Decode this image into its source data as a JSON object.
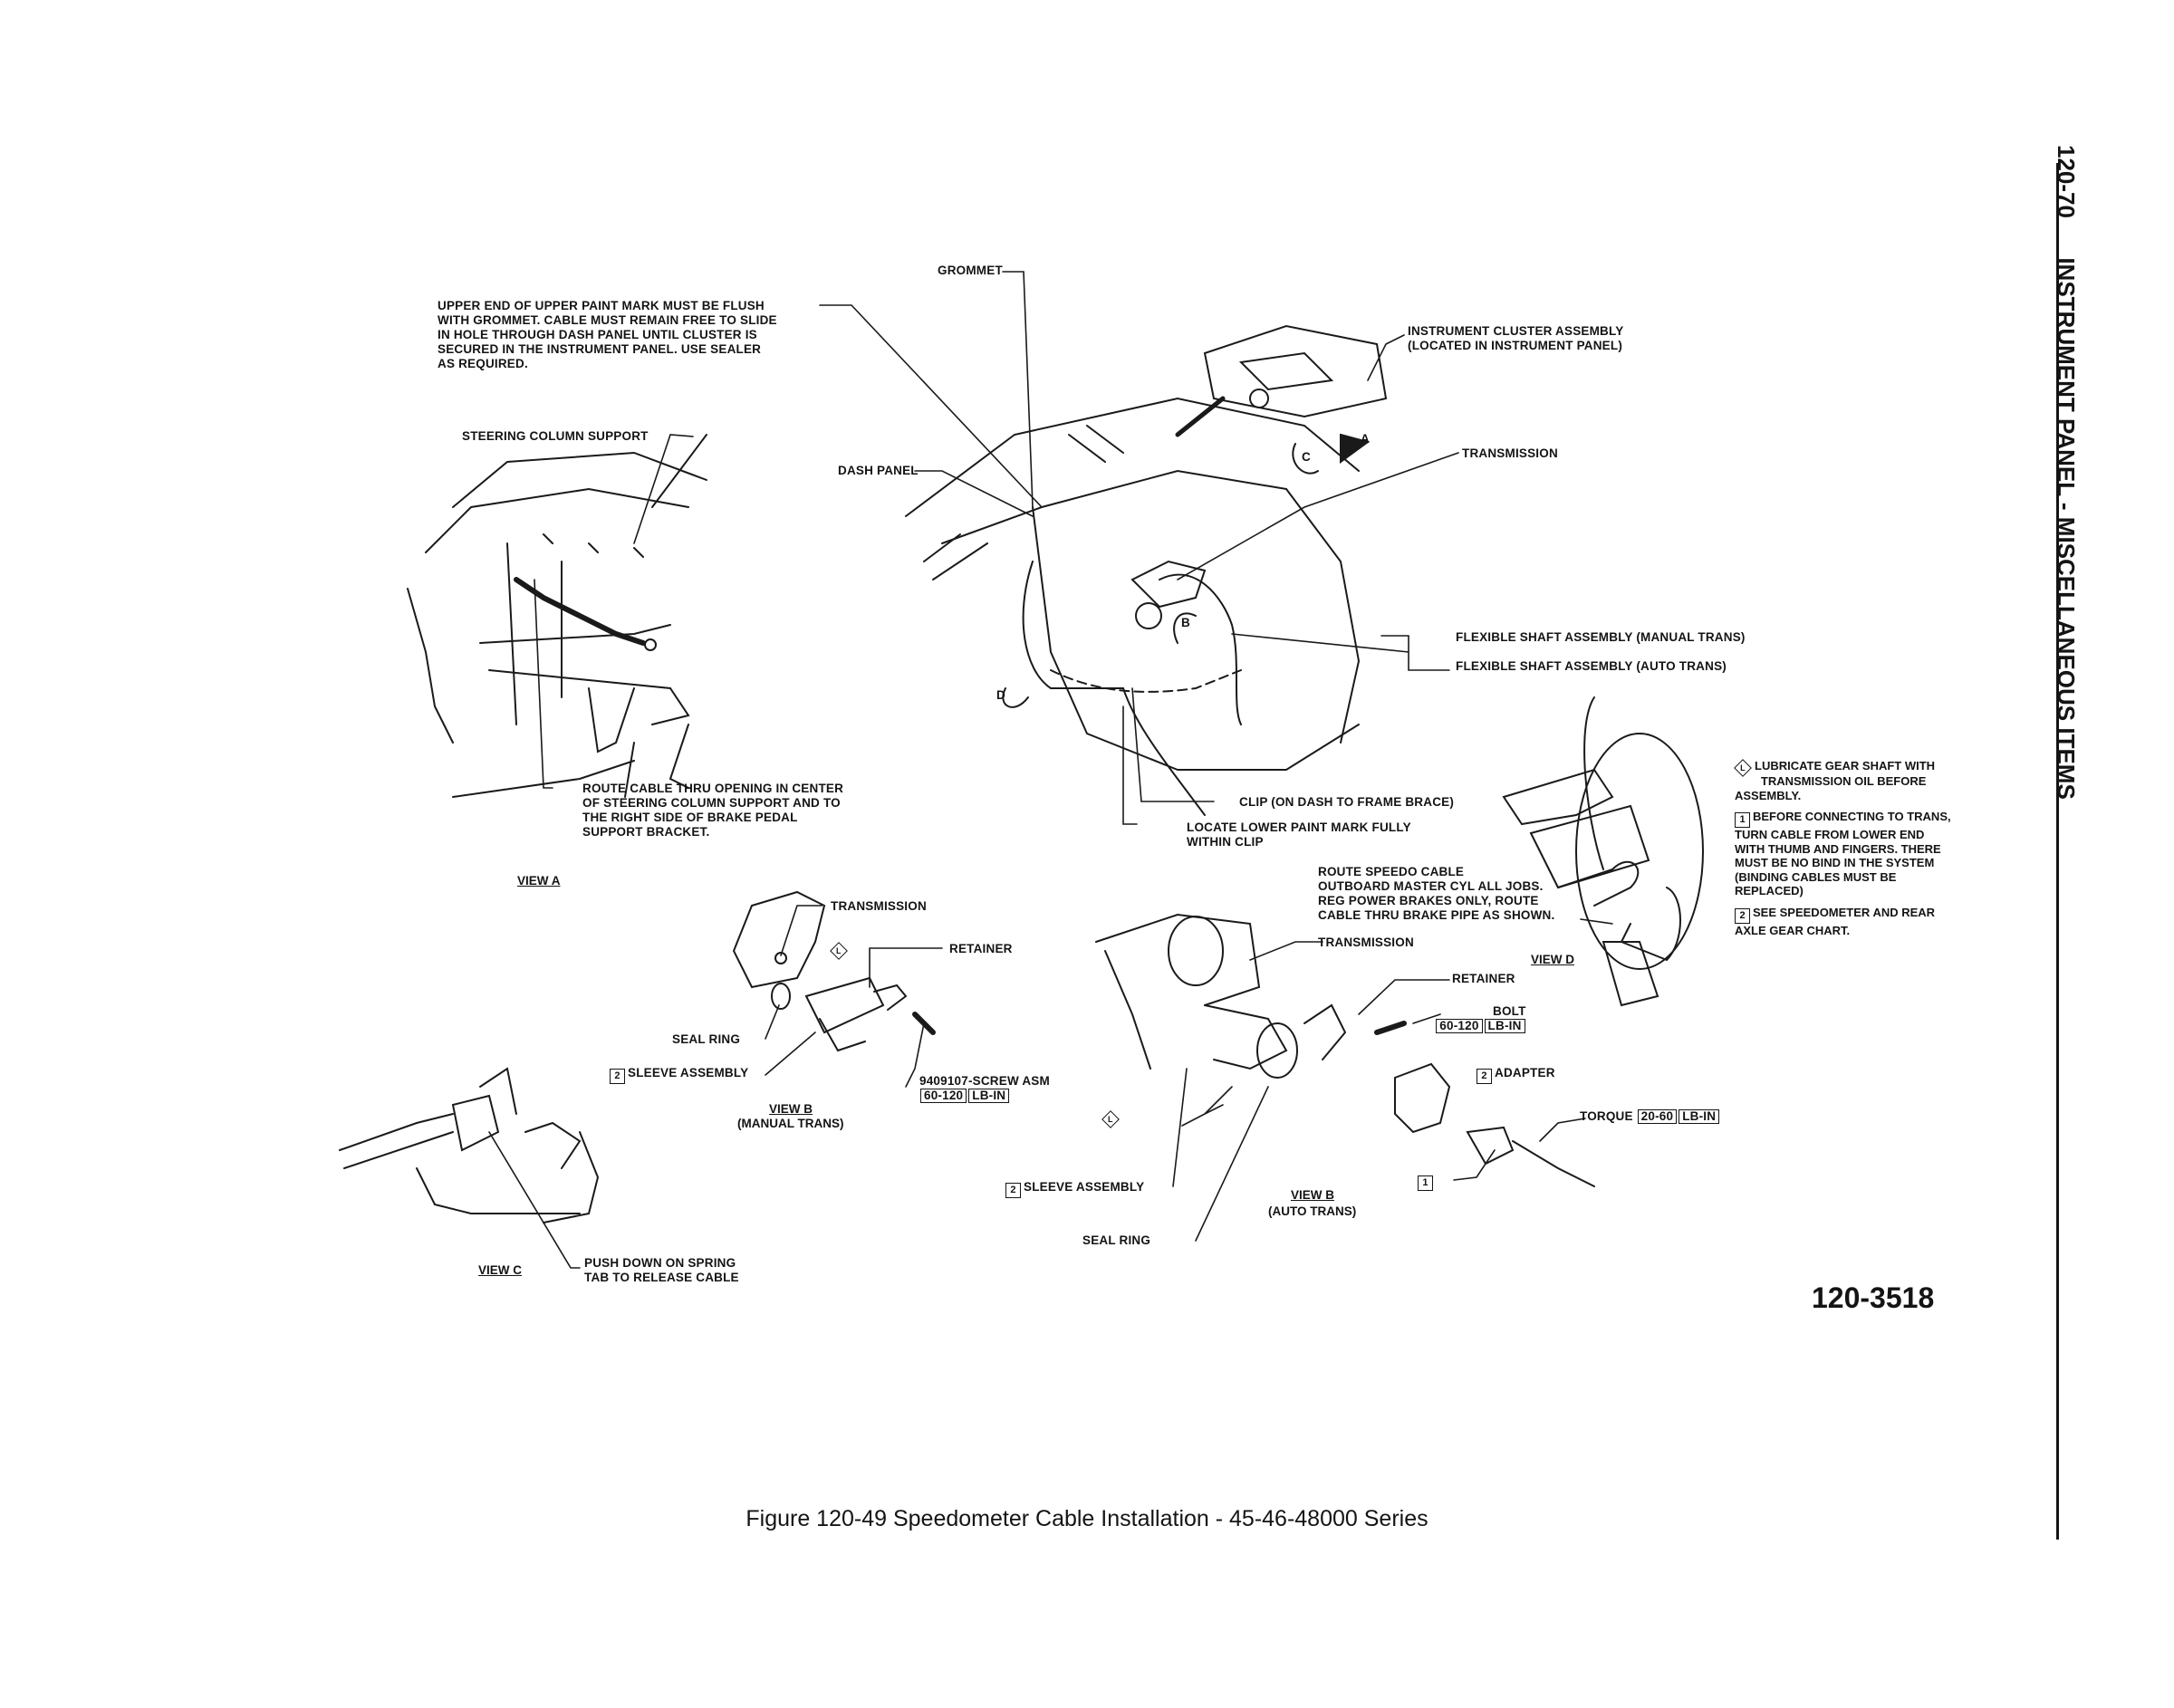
{
  "side_header": {
    "page": "120-70",
    "title": "INSTRUMENT PANEL - MISCELLANEOUS ITEMS"
  },
  "labels": {
    "grommet": "GROMMET",
    "upper_end": "UPPER END OF UPPER PAINT MARK MUST BE FLUSH\nWITH GROMMET. CABLE MUST REMAIN FREE TO SLIDE\nIN HOLE THROUGH DASH PANEL UNTIL CLUSTER IS\nSECURED IN THE INSTRUMENT PANEL. USE SEALER\nAS REQUIRED.",
    "steering_support": "STEERING COLUMN SUPPORT",
    "dash_panel": "DASH PANEL",
    "cluster": "INSTRUMENT CLUSTER ASSEMBLY\n(LOCATED IN INSTRUMENT PANEL)",
    "transmission_top": "TRANSMISSION",
    "flex_manual": "FLEXIBLE SHAFT ASSEMBLY (MANUAL TRANS)",
    "flex_auto": "FLEXIBLE SHAFT ASSEMBLY (AUTO TRANS)",
    "route_cable": "ROUTE CABLE THRU OPENING IN CENTER\nOF STEERING COLUMN SUPPORT AND TO\nTHE RIGHT SIDE OF BRAKE PEDAL\nSUPPORT BRACKET.",
    "clip": "CLIP (ON DASH TO FRAME BRACE)",
    "locate_mark": "LOCATE LOWER PAINT MARK FULLY\nWITHIN CLIP",
    "route_speedo": "ROUTE SPEEDO CABLE\nOUTBOARD MASTER CYL ALL JOBS.\nREG POWER BRAKES ONLY, ROUTE\nCABLE THRU BRAKE PIPE AS SHOWN.",
    "transmission_b": "TRANSMISSION",
    "retainer_b": "RETAINER",
    "seal_ring_b": "SEAL RING",
    "sleeve_b": "SLEEVE ASSEMBLY",
    "screw": "9409107-SCREW ASM",
    "transmission_d": "TRANSMISSION",
    "retainer_d": "RETAINER",
    "bolt": "BOLT",
    "adapter": "ADAPTER",
    "torque": "TORQUE",
    "sleeve_d": "SLEEVE ASSEMBLY",
    "seal_ring_d": "SEAL RING",
    "push_down": "PUSH DOWN ON SPRING\nTAB TO RELEASE CABLE"
  },
  "torque_specs": {
    "screw": "60-120",
    "bolt": "60-120",
    "torque": "20-60",
    "unit": "LB-IN"
  },
  "symbols": {
    "lube": "L",
    "note1": "1",
    "note2": "2"
  },
  "callouts": {
    "a": "A",
    "b": "B",
    "c": "C",
    "d": "D"
  },
  "views": {
    "a": "VIEW A",
    "b_manual": "VIEW B",
    "b_manual_sub": "(MANUAL TRANS)",
    "b_auto": "VIEW B",
    "b_auto_sub": "(AUTO TRANS)",
    "c": "VIEW C",
    "d": "VIEW D"
  },
  "notes": {
    "lube": "LUBRICATE GEAR SHAFT WITH\n        TRANSMISSION OIL BEFORE\nASSEMBLY.",
    "note1": "BEFORE CONNECTING TO TRANS,\nTURN CABLE FROM LOWER END\nWITH THUMB AND FINGERS. THERE\nMUST BE NO BIND IN THE SYSTEM\n(BINDING CABLES MUST BE\nREPLACED)",
    "note2": "SEE SPEEDOMETER AND REAR\nAXLE GEAR CHART."
  },
  "figure_number": "120-3518",
  "caption": "Figure 120-49 Speedometer Cable Installation - 45-46-48000 Series"
}
